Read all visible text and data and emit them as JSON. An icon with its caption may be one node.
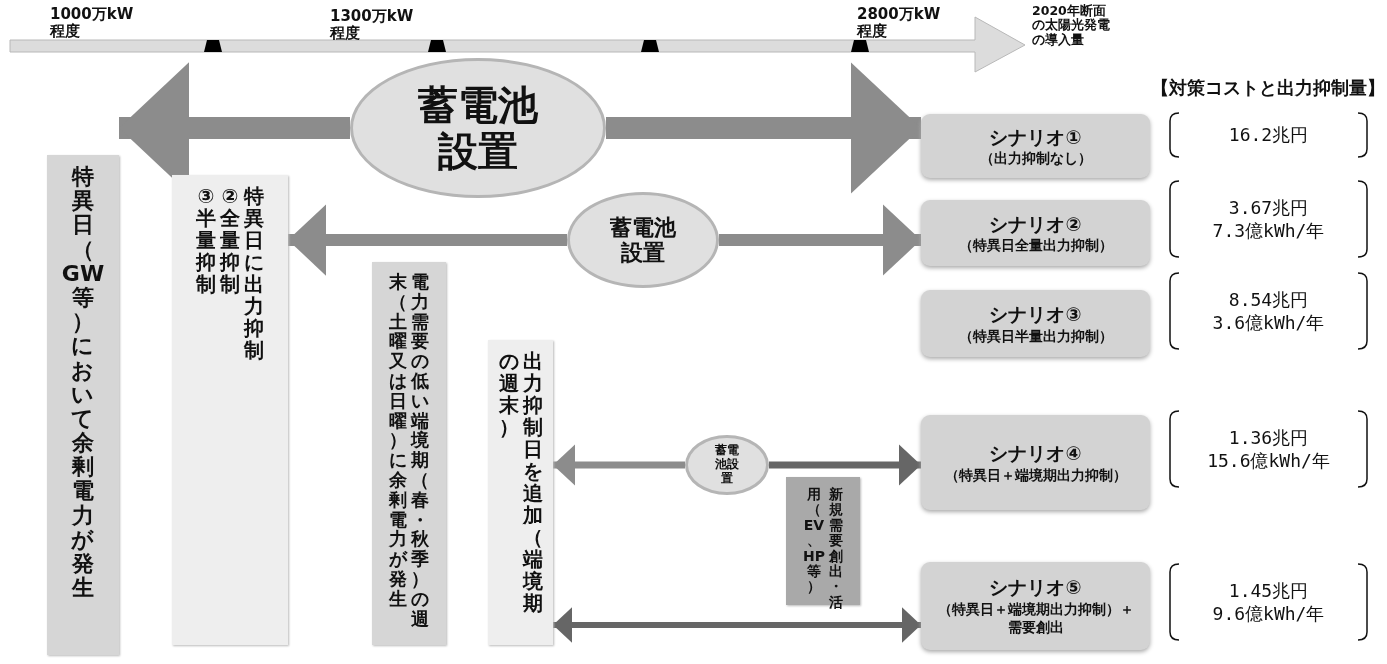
{
  "diagram": {
    "nodes": [
      {
        "text": [
          "特異日（GW等）において余剰電力が発生"
        ]
      },
      {
        "text": [
          "③半量抑制",
          "②全量抑制",
          "特異日に出力抑制"
        ]
      },
      {
        "text": [
          "末（土曜又は日曜）に余剰電力が発生",
          "電力需要の低い端境期（春・秋季）の週"
        ]
      },
      {
        "text": [
          "の週末）",
          "出力抑制日を追加（端境期"
        ]
      },
      {
        "text": [
          "用（EV、HP等）",
          "新規需要創出・活"
        ]
      },
      {
        "text": [
          "蓄電池設置"
        ]
      },
      {
        "text": [
          "蓄電池設置"
        ]
      },
      {
        "text": [
          "蓄電池設置"
        ]
      },
      {
        "text": [
          "シナリオ①",
          "（出力抑制なし）"
        ]
      },
      {
        "text": [
          "シナリオ②",
          "（特異日全量出力抑制）"
        ]
      },
      {
        "text": [
          "シナリオ③",
          "（特異日半量出力抑制）"
        ]
      },
      {
        "text": [
          "シナリオ④",
          "（特異日＋端境期出力抑制）"
        ]
      },
      {
        "text": [
          "シナリオ⑤",
          "（特異日＋端境期出力抑制）＋需要創出"
        ]
      },
      {
        "text": [
          "16.2兆円"
        ]
      },
      {
        "text": [
          "3.67兆円",
          "7.3億kWh/年"
        ]
      },
      {
        "text": [
          "8.54兆円",
          "3.6億kWh/年"
        ]
      },
      {
        "text": [
          "1.36兆円",
          "15.6億kWh/年"
        ]
      },
      {
        "text": [
          "1.45兆円",
          "9.6億kWh/年"
        ]
      }
    ],
    "edges": [
      {
        "from": 5,
        "to": 0,
        "arrow": "to",
        "style": "thick"
      },
      {
        "from": 5,
        "to": 8,
        "arrow": "to",
        "style": "thick"
      },
      {
        "from": 6,
        "to": 1,
        "arrow": "to"
      },
      {
        "from": 6,
        "to": 9,
        "arrow": "to"
      },
      {
        "from": 7,
        "to": 3,
        "arrow": "to"
      },
      {
        "from": 7,
        "to": 11,
        "arrow": "to"
      },
      {
        "from": 3,
        "to": 12,
        "arrow": "both"
      }
    ],
    "labels": [
      "1000万kW 程度",
      "1300万kW 程度",
      "2800万kW 程度",
      "2020年断面の太陽光発電の導入量",
      "【対策コストと出力抑制量】"
    ]
  }
}
